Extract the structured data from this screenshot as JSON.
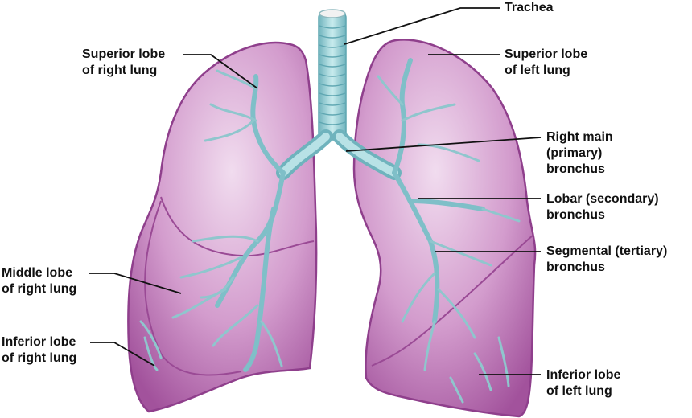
{
  "diagram": {
    "subject": "Lungs and bronchial tree",
    "colors": {
      "lung_fill": "#c98ac4",
      "lung_edge": "#8f3f8c",
      "lung_light": "#ecd2ea",
      "airway": "#9fd3d8",
      "airway_dark": "#5ea6b1",
      "leader_line": "#111111",
      "background": "#ffffff"
    },
    "labels": [
      {
        "id": "trachea",
        "lines": [
          "Trachea"
        ]
      },
      {
        "id": "superior-lobe-right",
        "lines": [
          "Superior lobe",
          "of right lung"
        ]
      },
      {
        "id": "superior-lobe-left",
        "lines": [
          "Superior lobe",
          "of left lung"
        ]
      },
      {
        "id": "right-main-bronchus",
        "lines": [
          "Right main",
          "(primary)",
          "bronchus"
        ]
      },
      {
        "id": "lobar-bronchus",
        "lines": [
          "Lobar (secondary)",
          "bronchus"
        ]
      },
      {
        "id": "segmental-bronchus",
        "lines": [
          "Segmental (tertiary)",
          "bronchus"
        ]
      },
      {
        "id": "middle-lobe-right",
        "lines": [
          "Middle lobe",
          "of right lung"
        ]
      },
      {
        "id": "inferior-lobe-right",
        "lines": [
          "Inferior lobe",
          "of right lung"
        ]
      },
      {
        "id": "inferior-lobe-left",
        "lines": [
          "Inferior lobe",
          "of left lung"
        ]
      }
    ]
  }
}
